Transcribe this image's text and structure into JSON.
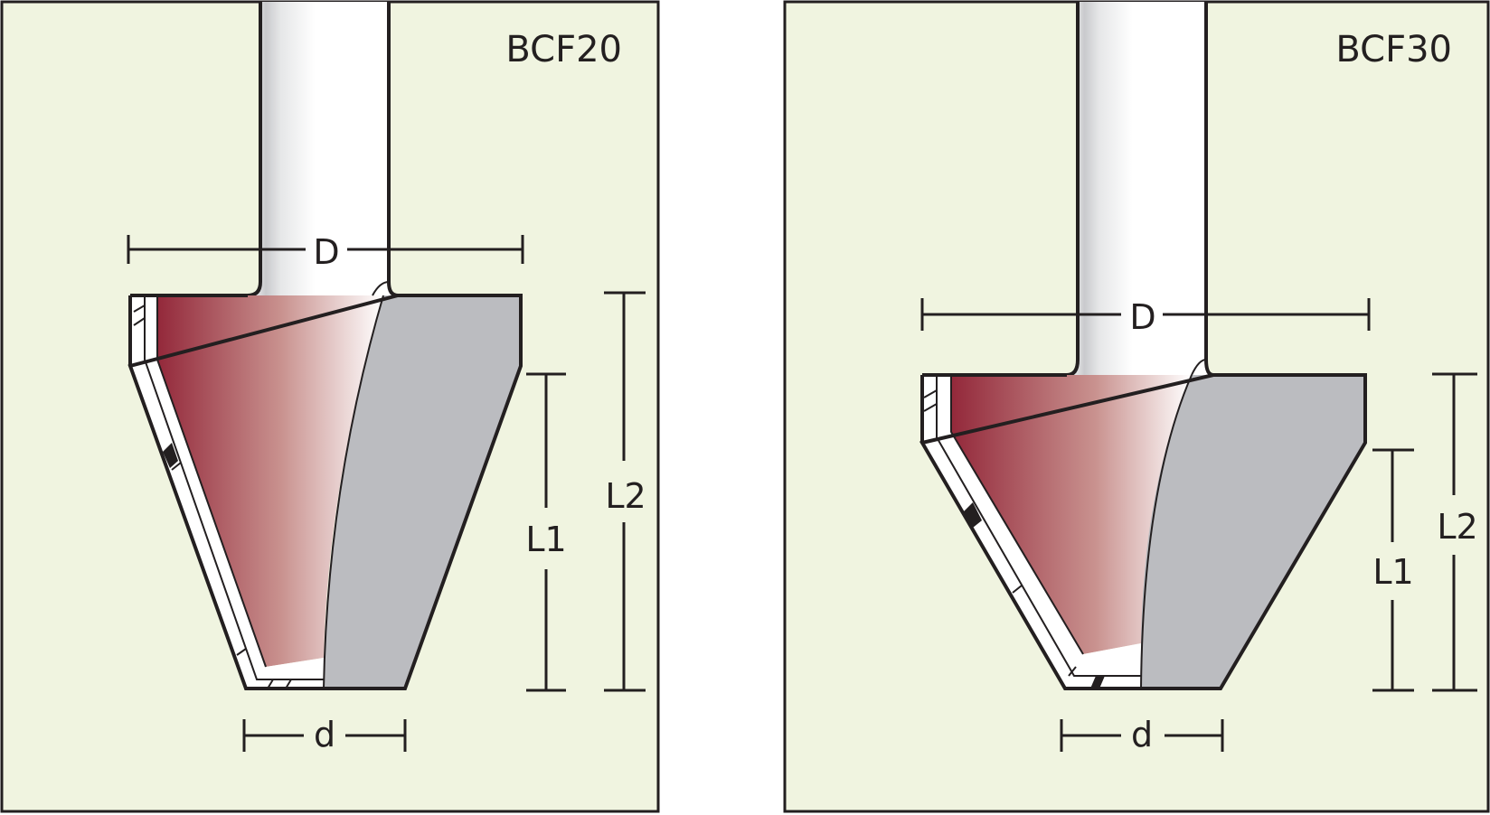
{
  "colors": {
    "panel_background": "#f0f4e0",
    "outline": "#231f20",
    "cutter_flute": "#9b2f3b",
    "cutter_body": "#bbbcc0",
    "shank_highlight": "#ffffff",
    "shank_shadow": "#b5b6ba"
  },
  "panels": [
    {
      "model": "BCF20",
      "dims": {
        "D": "D",
        "d": "d",
        "L1": "L1",
        "L2": "L2"
      }
    },
    {
      "model": "BCF30",
      "dims": {
        "D": "D",
        "d": "d",
        "L1": "L1",
        "L2": "L2"
      }
    }
  ]
}
